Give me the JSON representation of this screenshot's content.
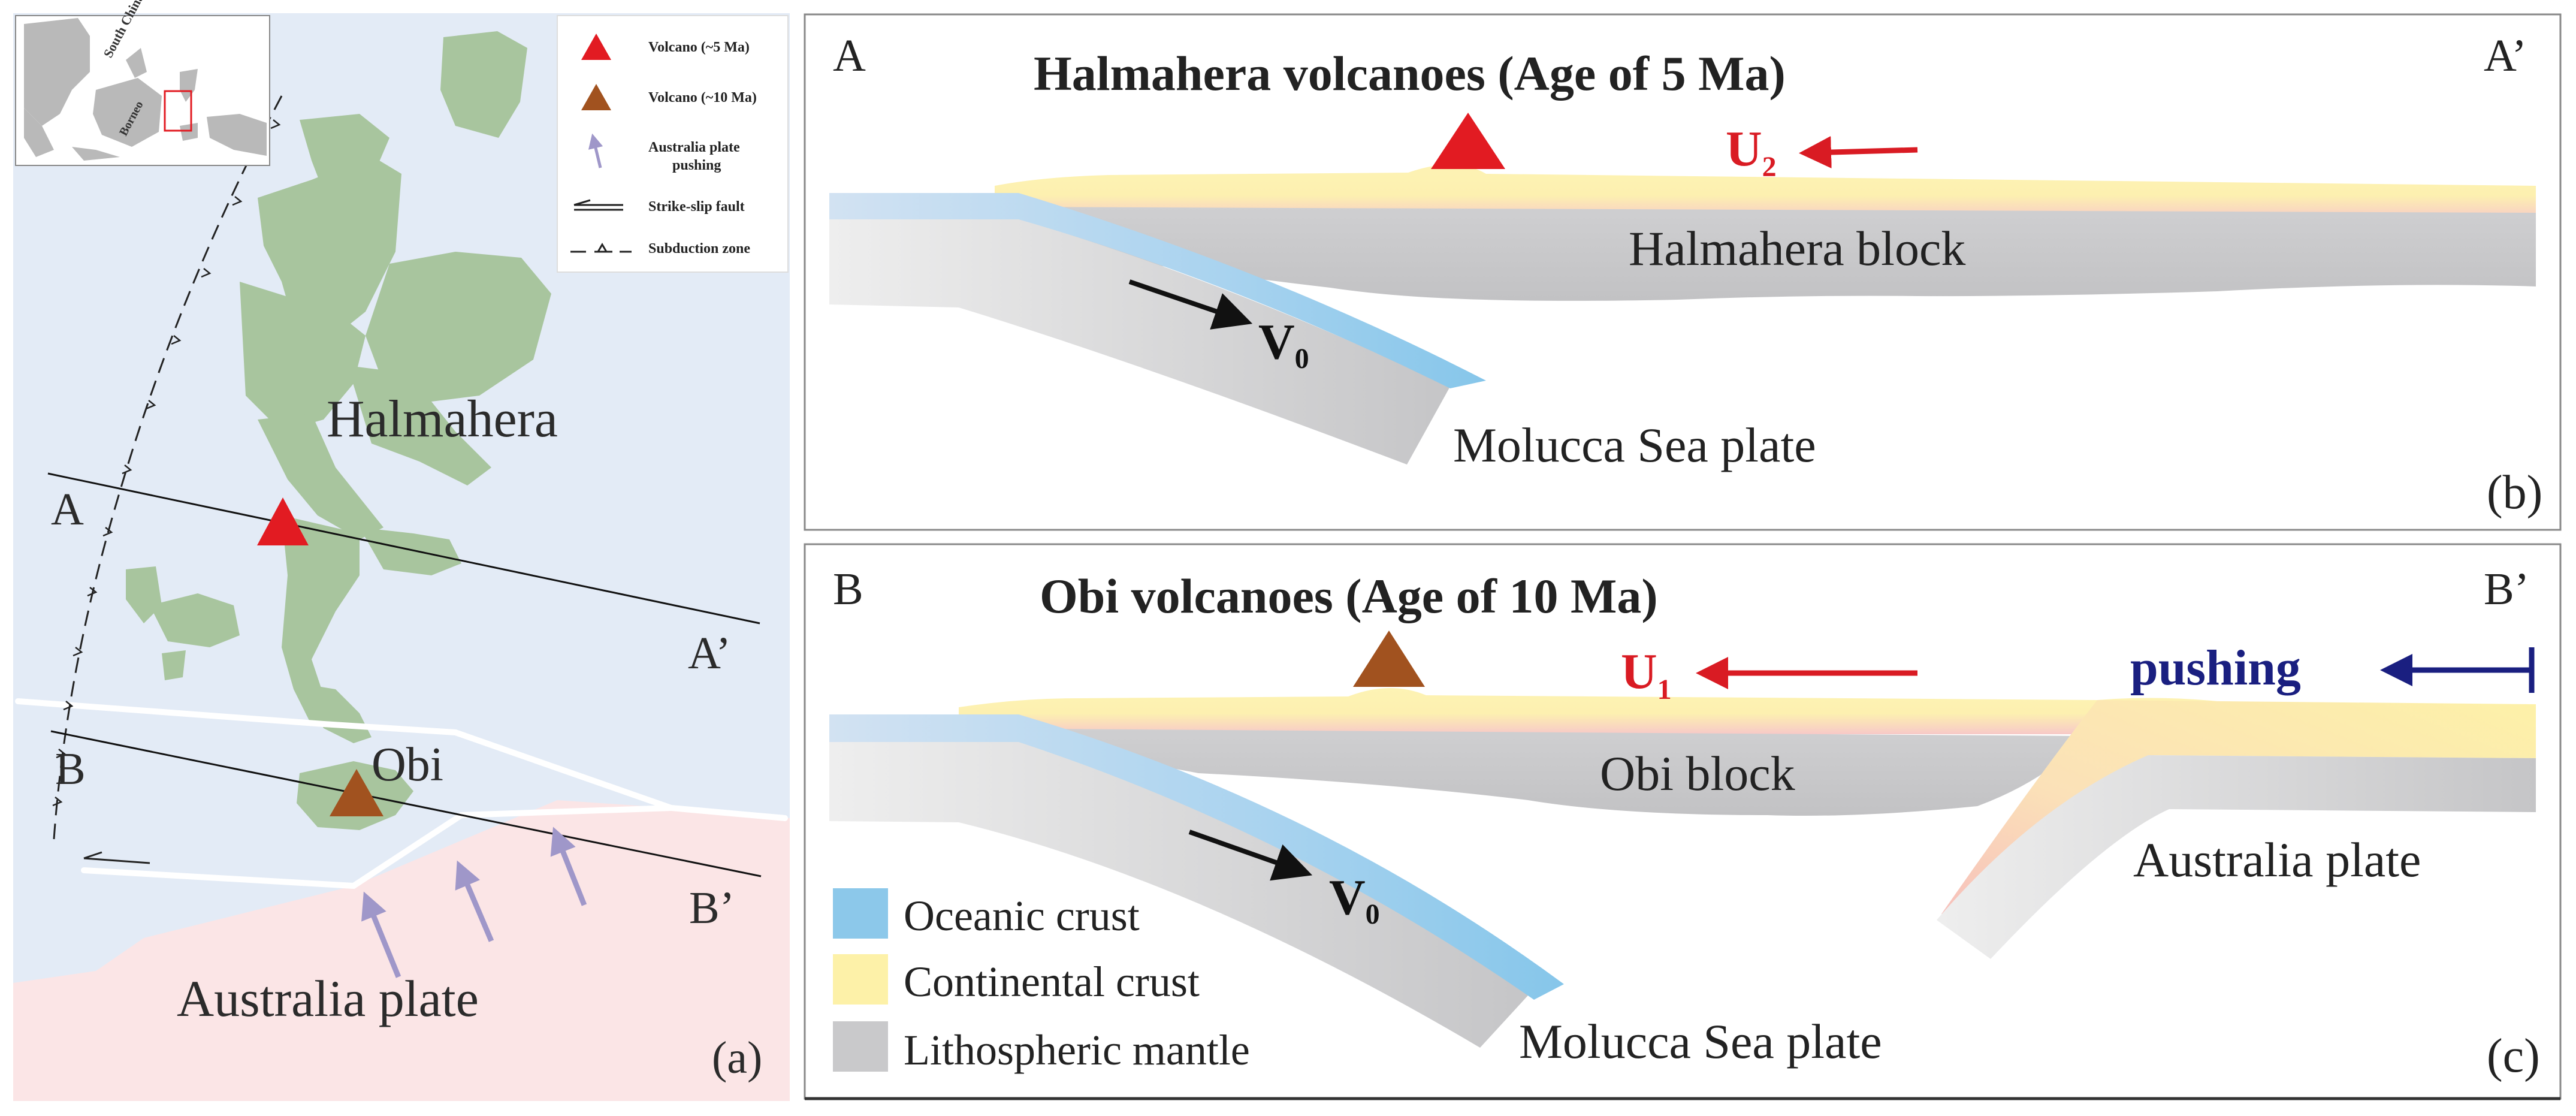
{
  "colors": {
    "sea": "#e3ebf6",
    "aus": "#fbe5e6",
    "island": "#a8c59e",
    "volcano_young": "#e21b22",
    "volcano_old": "#a1521f",
    "arrow_purple": "#9f97c9",
    "oceanic": "#8cc8ea",
    "continental": "#fdf1a8",
    "mantle": "#c9c9cb",
    "red_text": "#d91b23",
    "navy": "#1a1f80"
  },
  "panel_a": {
    "inset": {
      "south_china_sea": "South China Sea",
      "borneo": "Borneo"
    },
    "legend": {
      "volcano_5": "Volcano (~5 Ma)",
      "volcano_10": "Volcano (~10 Ma)",
      "push_line1": "Australia plate",
      "push_line2": "pushing",
      "strike_slip": "Strike-slip fault",
      "subduction": "Subduction zone"
    },
    "labels": {
      "halmahera": "Halmahera",
      "obi": "Obi",
      "australia": "Australia plate",
      "a_start": "A",
      "a_end": "A’",
      "b_start": "B",
      "b_end": "B’",
      "panel": "(a)"
    }
  },
  "panel_b": {
    "title": "Halmahera volcanoes (Age of 5 Ma)",
    "left": "A",
    "right": "A’",
    "u_main": "U",
    "u_sub": "2",
    "v_main": "V",
    "v_sub": "0",
    "block": "Halmahera block",
    "plate": "Molucca Sea plate",
    "panel": "(b)"
  },
  "panel_c": {
    "title": "Obi volcanoes (Age of 10 Ma)",
    "left": "B",
    "right": "B’",
    "u_main": "U",
    "u_sub": "1",
    "v_main": "V",
    "v_sub": "0",
    "pushing": "pushing",
    "block": "Obi block",
    "australia": "Australia plate",
    "plate": "Molucca Sea plate",
    "panel": "(c)",
    "legend": {
      "oceanic": "Oceanic crust",
      "continental": "Continental crust",
      "mantle": "Lithospheric mantle"
    }
  }
}
